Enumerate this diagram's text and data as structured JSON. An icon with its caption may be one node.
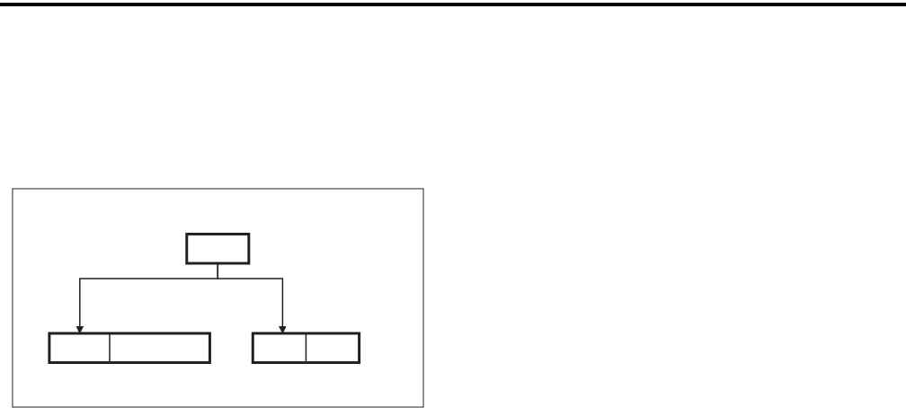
{
  "diagram": {
    "nodes": [
      {
        "text": [],
        "shape": "box"
      },
      {
        "text": [],
        "shape": "box",
        "in": 0
      },
      {
        "text": [],
        "shape": "box",
        "in": 0
      },
      {
        "text": [],
        "shape": "box",
        "in": 0
      }
    ],
    "edges": [
      {
        "from": 1,
        "to": 2,
        "arrow": "to"
      },
      {
        "from": 1,
        "to": 3,
        "arrow": "to"
      }
    ]
  }
}
